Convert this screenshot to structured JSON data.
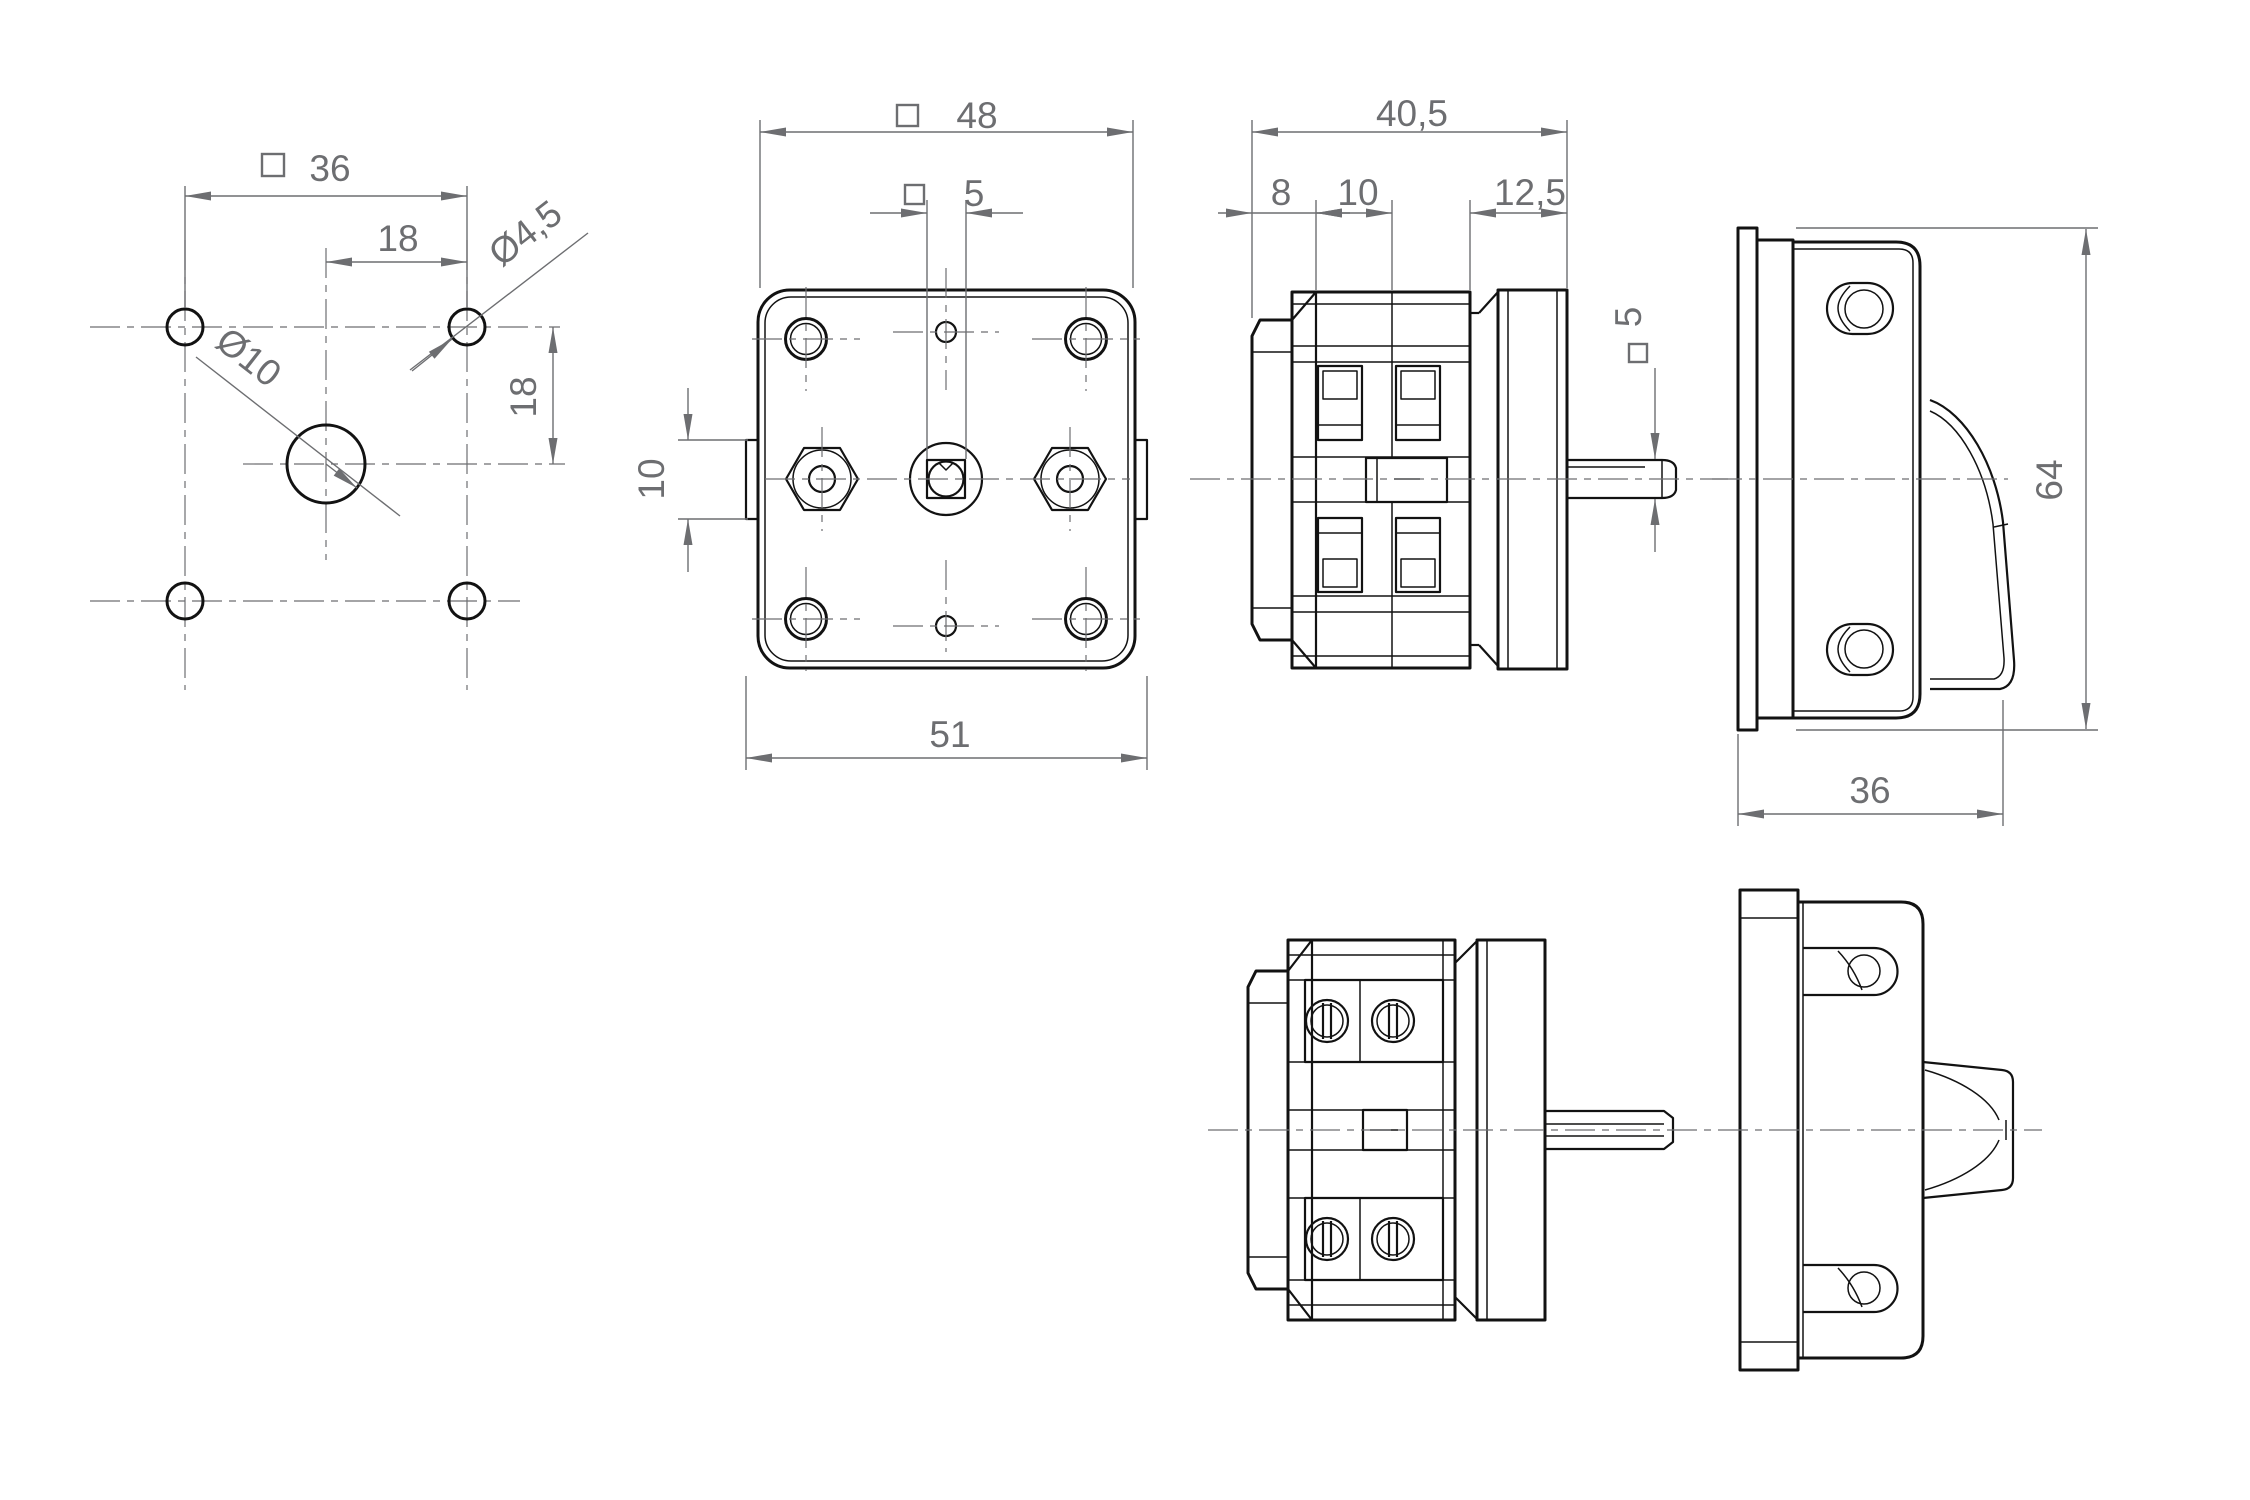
{
  "drawing": {
    "type": "technical-drawing",
    "component": "rotary-cam-switch-with-panel-handle",
    "background": "#ffffff",
    "colors": {
      "outline": "#121212",
      "dimension": "#6d6e71"
    },
    "symbols": {
      "square": "□",
      "diameter": "Ø"
    },
    "views": {
      "drill_plan": {
        "square_width": "36",
        "hole_offset_h": "18",
        "hole_offset_v": "18",
        "corner_hole_dia": "Ø4,5",
        "center_hole_dia": "Ø10"
      },
      "front_view": {
        "body_square": "48",
        "shaft_square": "5",
        "tab_height": "10",
        "overall_width": "51"
      },
      "side_view": {
        "overall_depth": "40,5",
        "rear_depth": "8",
        "terminal_depth": "10",
        "front_depth": "12,5",
        "shaft_square": "5"
      },
      "panel_view": {
        "overall_height": "64",
        "overall_depth": "36"
      }
    }
  }
}
